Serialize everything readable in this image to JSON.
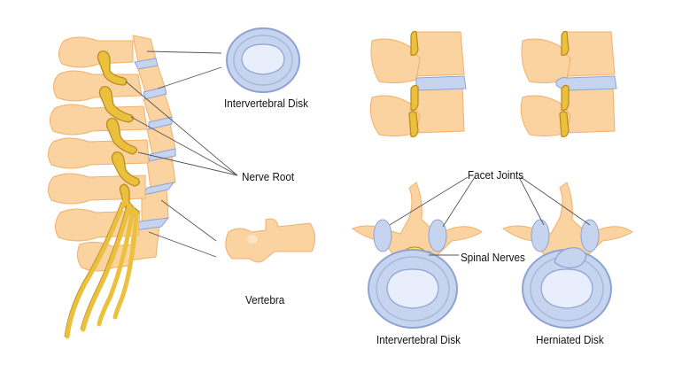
{
  "colors": {
    "bone_fill": "#fbd3a0",
    "bone_light": "#fde4c4",
    "bone_stroke": "#f1b06a",
    "disk_fill": "#c7d4ef",
    "disk_stroke": "#8ea3d3",
    "disk_inner": "#e8eefb",
    "nerve_fill": "#eac03c",
    "nerve_stroke": "#b8891b",
    "spinal_nerve": "#f5e85a",
    "leader_line": "#555555",
    "text": "#111111"
  },
  "labels": {
    "intervertebral_disk_top": "Intervertebral Disk",
    "nerve_root": "Nerve Root",
    "vertebra": "Vertebra",
    "facet_joints": "Facet Joints",
    "spinal_nerves": "Spinal Nerves",
    "intervertebral_disk_bottom": "Intervertebral Disk",
    "herniated_disk": "Herniated Disk"
  }
}
